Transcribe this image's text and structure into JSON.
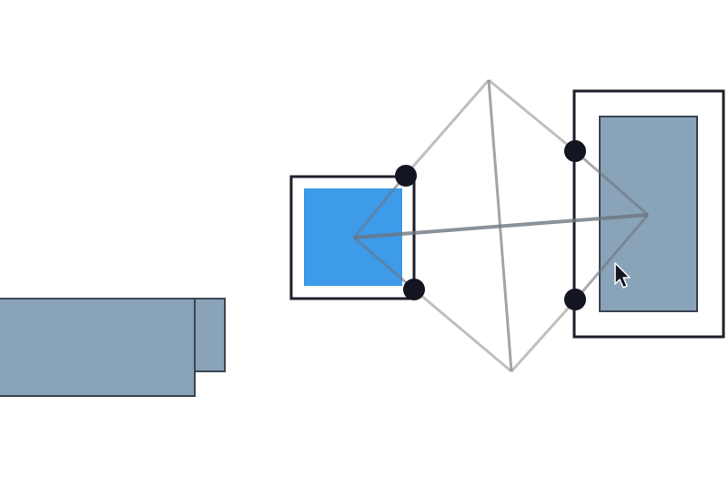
{
  "canvas": {
    "background": "#ffffff"
  },
  "colors": {
    "shape_fill": "#89a3b8",
    "shape_stroke": "#3b4552",
    "selected_fill": "#3d9bea",
    "frame_stroke": "#1e1f2a",
    "handle_fill": "#141522",
    "guide_light": "#b5b5b5",
    "guide_dark": "#6e7680"
  },
  "shapes": [
    {
      "name": "background-shape-large",
      "kind": "rectangle",
      "selected": false
    },
    {
      "name": "background-shape-small",
      "kind": "rectangle",
      "selected": false
    },
    {
      "name": "source-shape",
      "kind": "rectangle",
      "selected": true
    },
    {
      "name": "target-shape",
      "kind": "rectangle",
      "selected": false
    }
  ],
  "connector": {
    "style": "perspective-wireframe",
    "handles_count": 4
  },
  "cursor": {
    "icon": "arrow-pointer-icon",
    "visible": true
  }
}
